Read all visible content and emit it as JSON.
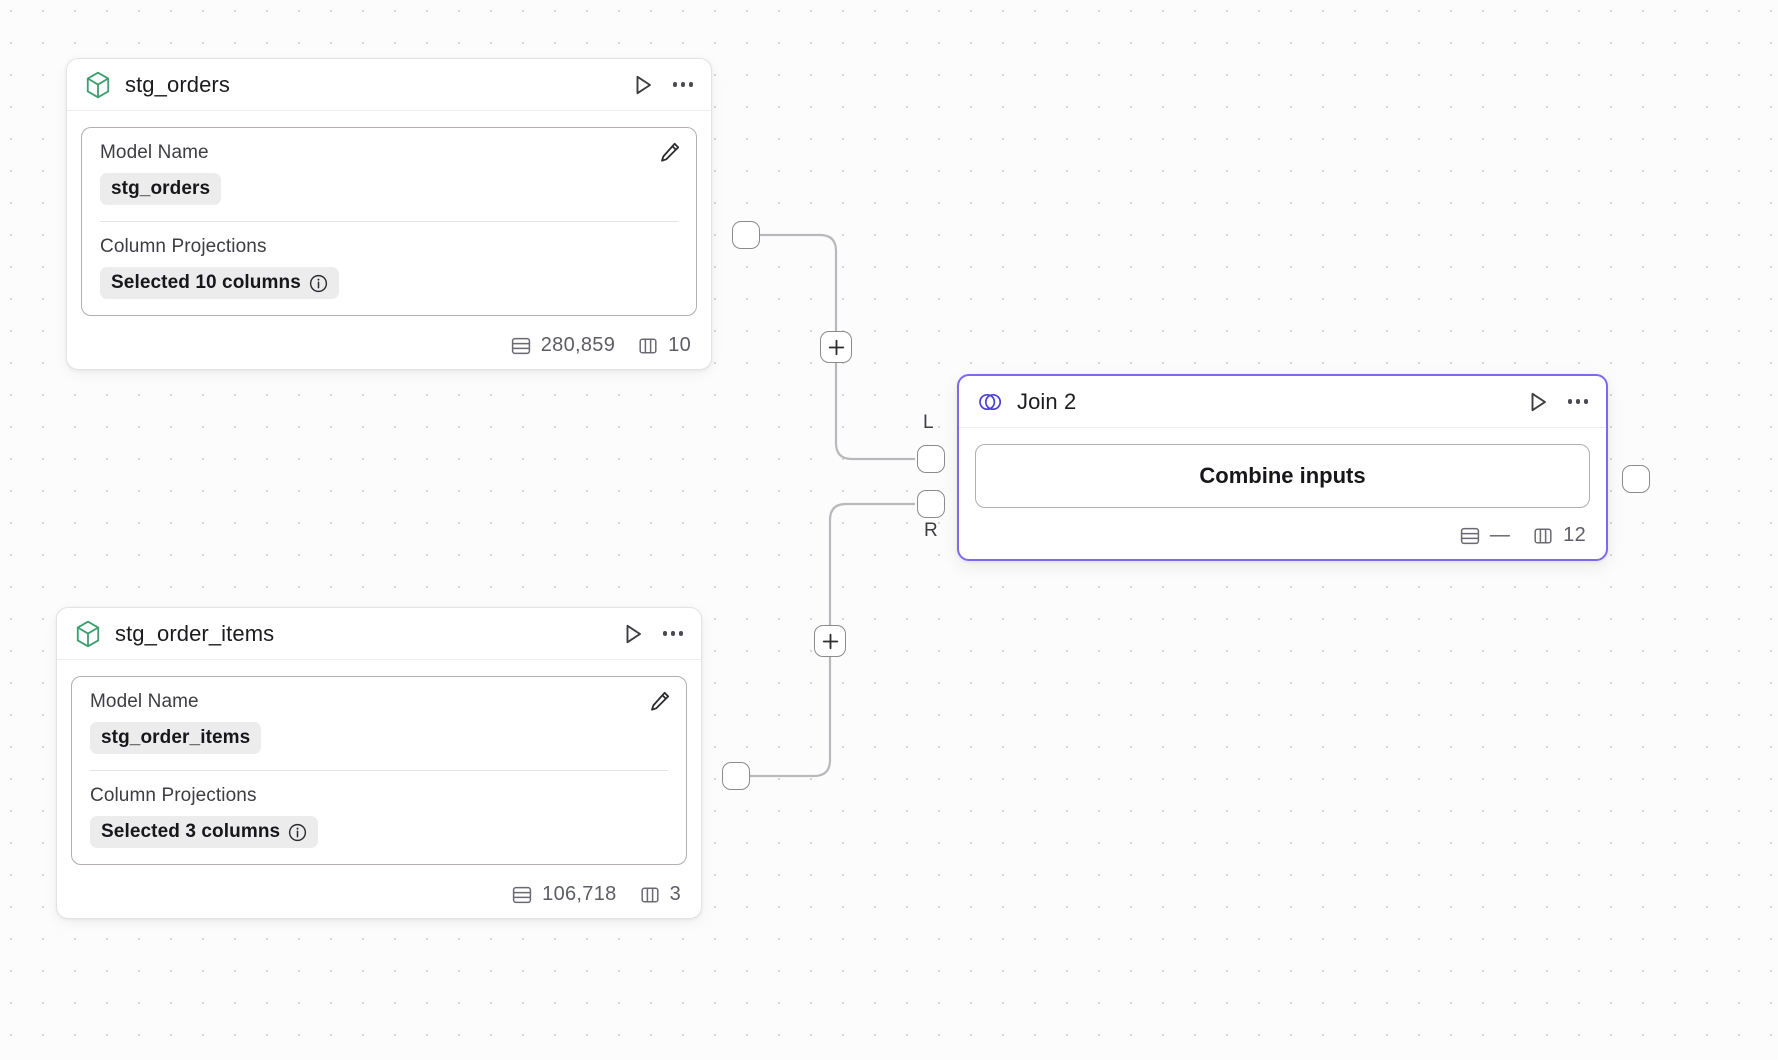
{
  "canvas": {
    "background_color": "#fcfcfc",
    "grid_dot_color": "#d6d6da",
    "accent_color": "#7c69ef"
  },
  "nodes": [
    {
      "id": "stg_orders",
      "icon": "cube-icon",
      "title": "stg_orders",
      "run_label": "Run",
      "menu_label": "More options",
      "fields": [
        {
          "label": "Model Name",
          "value": "stg_orders"
        },
        {
          "label": "Column Projections",
          "value": "Selected 10 columns"
        }
      ],
      "stats": {
        "rows": "280,859",
        "columns": "10"
      }
    },
    {
      "id": "stg_order_items",
      "icon": "cube-icon",
      "title": "stg_order_items",
      "run_label": "Run",
      "menu_label": "More options",
      "fields": [
        {
          "label": "Model Name",
          "value": "stg_order_items"
        },
        {
          "label": "Column Projections",
          "value": "Selected 3 columns"
        }
      ],
      "stats": {
        "rows": "106,718",
        "columns": "3"
      }
    },
    {
      "id": "join_2",
      "icon": "join-venn-icon",
      "title": "Join 2",
      "run_label": "Run",
      "menu_label": "More options",
      "action_label": "Combine inputs",
      "input_port_labels": {
        "left": "L",
        "right": "R"
      },
      "stats": {
        "rows": "—",
        "columns": "12"
      }
    }
  ],
  "edge_controls": {
    "add_label": "+"
  }
}
